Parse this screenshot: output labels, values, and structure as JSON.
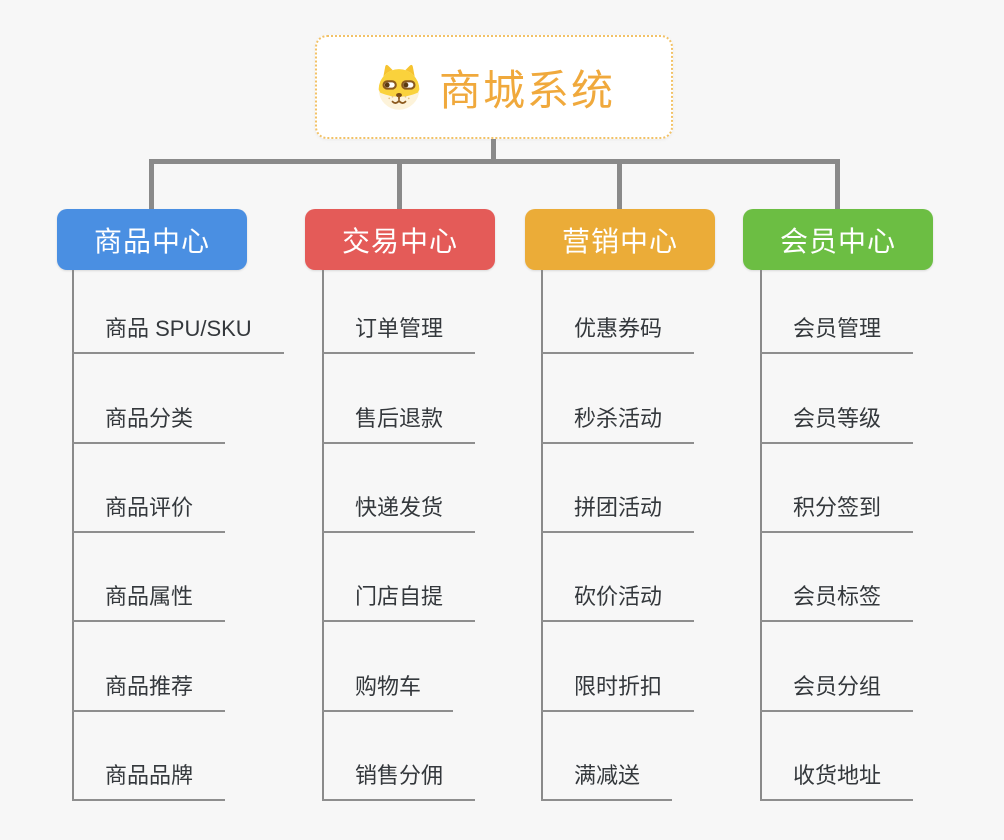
{
  "root": {
    "title": "商城系统",
    "title_color": "#F0A93C",
    "border_color": "#F2C267",
    "icon": "dog-face-icon"
  },
  "palette": {
    "background": "#F7F7F7",
    "connector_gray": "#8A8A8A",
    "leaf_underline": "#8E8E8E",
    "leaf_text": "#34383C"
  },
  "branches": [
    {
      "label": "商品中心",
      "color": "#4A8FE2",
      "items": [
        "商品 SPU/SKU",
        "商品分类",
        "商品评价",
        "商品属性",
        "商品推荐",
        "商品品牌"
      ]
    },
    {
      "label": "交易中心",
      "color": "#E45B58",
      "items": [
        "订单管理",
        "售后退款",
        "快递发货",
        "门店自提",
        "购物车",
        "销售分佣"
      ]
    },
    {
      "label": "营销中心",
      "color": "#EBAC38",
      "items": [
        "优惠券码",
        "秒杀活动",
        "拼团活动",
        "砍价活动",
        "限时折扣",
        "满减送"
      ]
    },
    {
      "label": "会员中心",
      "color": "#6CBE43",
      "items": [
        "会员管理",
        "会员等级",
        "积分签到",
        "会员标签",
        "会员分组",
        "收货地址"
      ]
    }
  ]
}
